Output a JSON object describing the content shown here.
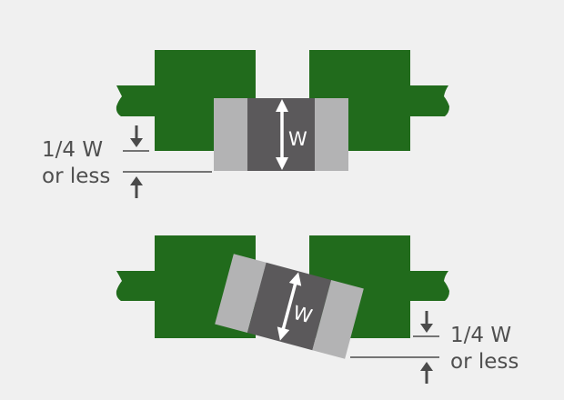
{
  "colors": {
    "background": "#f0f0f0",
    "pad": "#216b1c",
    "terminal": "#b3b3b4",
    "body": "#5b595b",
    "arrow": "#ffffff",
    "dim_line": "#4a4a4a",
    "text": "#4f4f4f"
  },
  "top_figure": {
    "description": "component aligned on pads",
    "width_label": "W",
    "dimension_label_line1": "1/4 W",
    "dimension_label_line2": "or less"
  },
  "bottom_figure": {
    "description": "component rotated on pads",
    "width_label": "W",
    "dimension_label_line1": "1/4 W",
    "dimension_label_line2": "or less"
  }
}
